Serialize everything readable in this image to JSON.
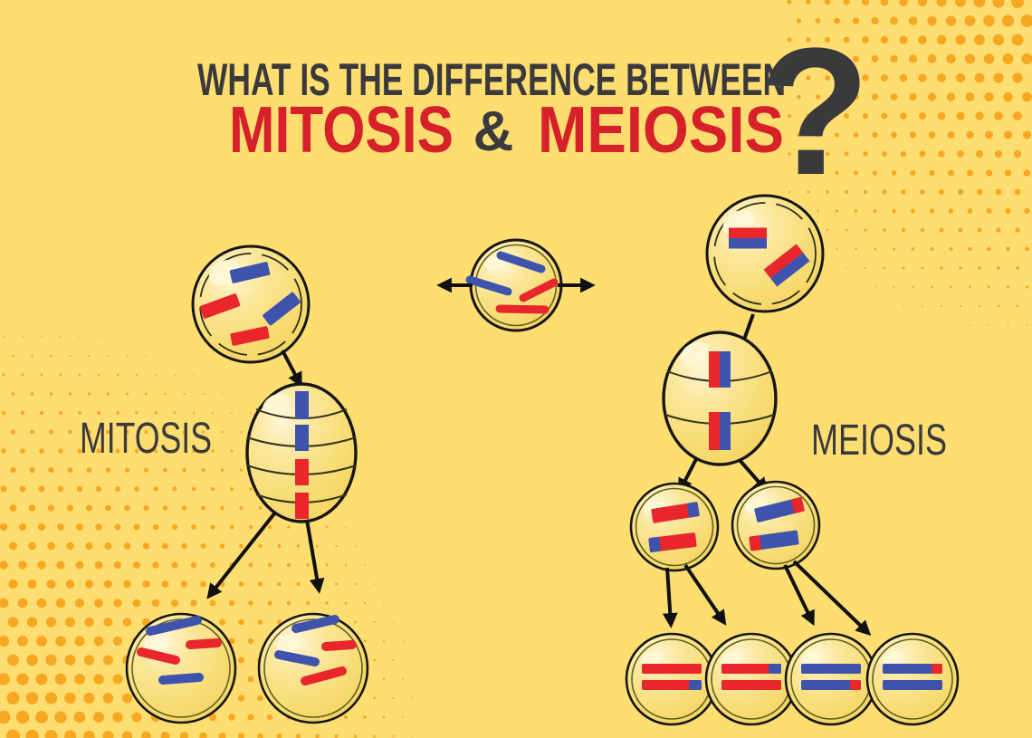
{
  "title": {
    "line1": "WHAT IS THE DIFFERENCE BETWEEN",
    "word_left": "MITOSIS",
    "ampersand": "&",
    "word_right": "MEIOSIS",
    "question_mark": "?"
  },
  "process_labels": {
    "left": "MITOSIS",
    "right": "MEIOSIS"
  },
  "colors": {
    "background": "#FFDE71",
    "halftone-dot": "#F7A823",
    "title-dark": "#3A3A3C",
    "title-red": "#D6202A",
    "chromosome-red": "#E8262C",
    "chromosome-blue": "#3D53AC",
    "cell-highlight": "#FFF7D6",
    "cell-outline": "#161616",
    "cell-inner-ring": "#5F6022",
    "arrow": "#111111"
  },
  "diagram": {
    "source_cell": "cell with 2 blue and 2 red rod chromosomes, arrows branching left (mitosis) and right (meiosis)",
    "mitosis_stages": [
      "parent cell with 4 chromosomes (2 blue, 2 red)",
      "metaphase: 4 chromosomes aligned on spindle",
      "two identical daughter cells, each 2 blue + 2 red chromosomes"
    ],
    "meiosis_stages": [
      "parent cell with 2 paired red/blue homologous chromosomes",
      "metaphase I: 2 red-blue tetrads aligned on spindle",
      "two cells after division I with crossed-over chromosomes",
      "four gametes with recombined red/blue chromosomes"
    ]
  }
}
